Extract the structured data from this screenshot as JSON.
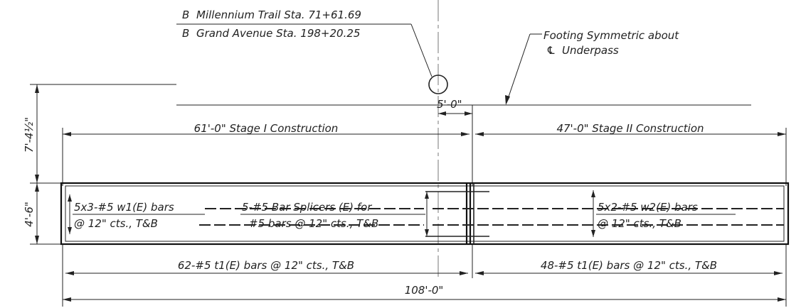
{
  "stations": {
    "millennium": "Millennium Trail Sta. 71+61.69",
    "grand": "Grand Avenue Sta. 198+20.25",
    "baseline_symbol": "B"
  },
  "note": {
    "line1": "Footing Symmetric about",
    "line2": "Underpass",
    "centerline_symbol": "CL"
  },
  "dimensions": {
    "offset": "5'-0\"",
    "stage1": "61'-0\" Stage I Construction",
    "stage2": "47'-0\" Stage II Construction",
    "height_top": "7'-4½\"",
    "height_footing": "4'-6\"",
    "bottom_left": "62-#5 t1(E) bars @ 12\" cts., T&B",
    "bottom_right": "48-#5 t1(E) bars @ 12\" cts., T&B",
    "overall": "108'-0\""
  },
  "bars": {
    "w1_line1": "5x3-#5 w1(E) bars",
    "w1_line2": "@ 12\" cts., T&B",
    "splicer_line1": "5-#5 Bar Splicers (E) for",
    "splicer_line2": "#5 bars @ 12\" cts., T&B",
    "w2_line1": "5x2-#5 w2(E) bars",
    "w2_line2": "@ 12\" cts., T&B"
  }
}
